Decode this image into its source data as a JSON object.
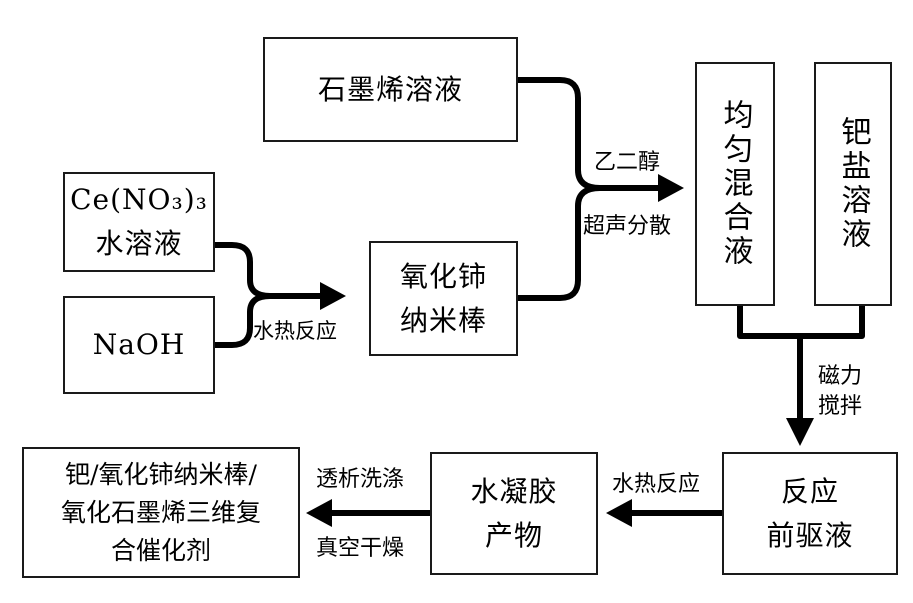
{
  "nodes": {
    "graphene_solution": "石墨烯溶液",
    "cerium_nitrate": "Ce(NO₃)₃\n水溶液",
    "naoh": "NaOH",
    "ceria_nanorods": "氧化铈\n纳米棒",
    "mixed_solution": "均匀混合液",
    "palladium_salt": "钯盐溶液",
    "precursor": "反应\n前驱液",
    "hydrogel": "水凝胶\n产物",
    "catalyst": "钯/氧化铈纳米棒/\n氧化石墨烯三维复\n合催化剂"
  },
  "labels": {
    "hydrothermal_1": "水热反应",
    "ethylene_glycol": "乙二醇",
    "ultrasonic": "超声分散",
    "magnetic_stirring": "磁力\n搅拌",
    "hydrothermal_2": "水热反应",
    "dialysis": "透析洗涤",
    "vacuum_drying": "真空干燥"
  }
}
